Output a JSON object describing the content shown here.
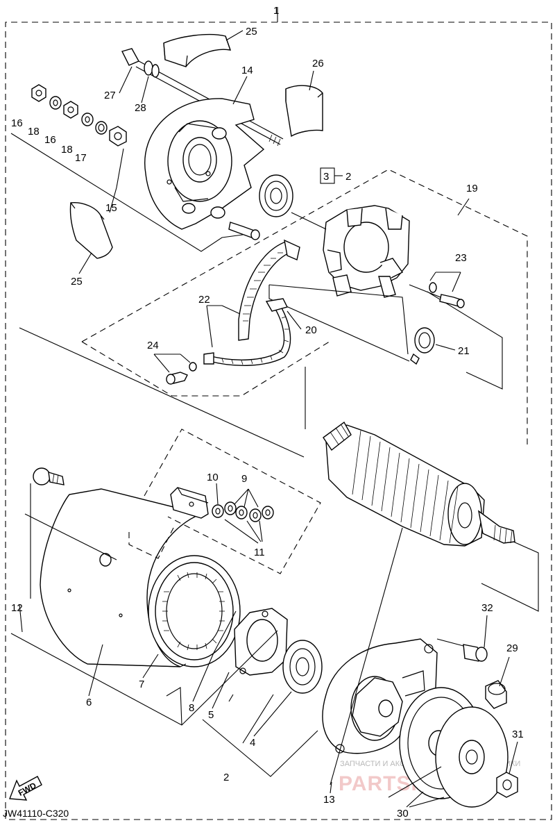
{
  "diagram_code": "JW41110-C320",
  "fwd_label": "FWD",
  "watermark": {
    "small": "ЗАПЧАСТИ И АКСЕССУАРЫ ДЛЯ МОТОТЕХНИКИ",
    "big": "PARTSFORM.RU"
  },
  "callouts": {
    "c1": "1",
    "c2a": "2",
    "c2b": "2",
    "c3": "3",
    "c4": "4",
    "c5": "5",
    "c6": "6",
    "c7": "7",
    "c8": "8",
    "c9": "9",
    "c10": "10",
    "c11": "11",
    "c12": "12",
    "c13": "13",
    "c14": "14",
    "c15": "15",
    "c16a": "16",
    "c16b": "16",
    "c17": "17",
    "c18a": "18",
    "c18b": "18",
    "c19": "19",
    "c20": "20",
    "c21": "21",
    "c22": "22",
    "c23": "23",
    "c24": "24",
    "c25a": "25",
    "c25b": "25",
    "c26": "26",
    "c27": "27",
    "c28": "28",
    "c29": "29",
    "c30": "30",
    "c31": "31",
    "c32": "32"
  }
}
